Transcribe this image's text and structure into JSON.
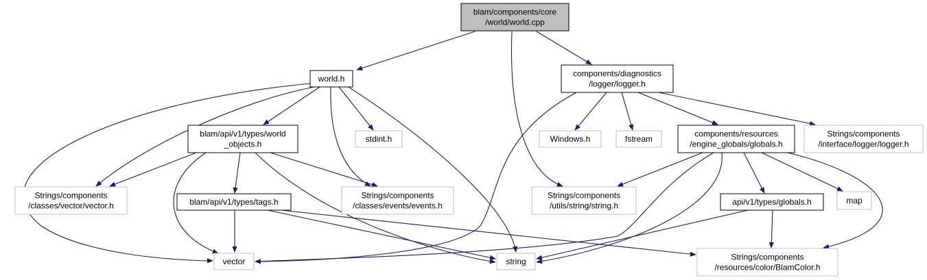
{
  "graph": {
    "colors": {
      "edge": "#191970",
      "root_fill": "#bfbfbf",
      "node_border": "#000000",
      "external_border": "#bfbfbf"
    },
    "nodes": [
      {
        "id": "root",
        "lines": [
          "blam/components/core",
          "/world/world.cpp"
        ],
        "style": "root"
      },
      {
        "id": "world_h",
        "lines": [
          "world.h"
        ],
        "style": "normal"
      },
      {
        "id": "logger_h",
        "lines": [
          "components/diagnostics",
          "/logger/logger.h"
        ],
        "style": "normal"
      },
      {
        "id": "world_objects_h",
        "lines": [
          "blam/api/v1/types/world",
          "_objects.h"
        ],
        "style": "normal"
      },
      {
        "id": "stdint_h",
        "lines": [
          "stdint.h"
        ],
        "style": "external"
      },
      {
        "id": "windows_h",
        "lines": [
          "Windows.h"
        ],
        "style": "external"
      },
      {
        "id": "fstream",
        "lines": [
          "fstream"
        ],
        "style": "external"
      },
      {
        "id": "engine_globals_h",
        "lines": [
          "components/resources",
          "/engine_globals/globals.h"
        ],
        "style": "normal"
      },
      {
        "id": "str_logger_h",
        "lines": [
          "Strings/components",
          "/interface/logger/logger.h"
        ],
        "style": "external"
      },
      {
        "id": "vector_h",
        "lines": [
          "Strings/components",
          "/classes/vector/vector.h"
        ],
        "style": "external"
      },
      {
        "id": "events_h",
        "lines": [
          "Strings/components",
          "/classes/events/events.h"
        ],
        "style": "external"
      },
      {
        "id": "string_h",
        "lines": [
          "Strings/components",
          "/utils/string/string.h"
        ],
        "style": "external"
      },
      {
        "id": "map",
        "lines": [
          "map"
        ],
        "style": "external"
      },
      {
        "id": "tags_h",
        "lines": [
          "blam/api/v1/types/tags.h"
        ],
        "style": "normal"
      },
      {
        "id": "api_globals_h",
        "lines": [
          "api/v1/types/globals.h"
        ],
        "style": "normal"
      },
      {
        "id": "vector",
        "lines": [
          "vector"
        ],
        "style": "external"
      },
      {
        "id": "string",
        "lines": [
          "string"
        ],
        "style": "external"
      },
      {
        "id": "blamcolor_h",
        "lines": [
          "Strings/components",
          "/resources/color/BlamColor.h"
        ],
        "style": "external"
      }
    ],
    "edges": [
      {
        "from": "root",
        "to": "world_h"
      },
      {
        "from": "root",
        "to": "string_h"
      },
      {
        "from": "root",
        "to": "logger_h"
      },
      {
        "from": "world_h",
        "to": "vector"
      },
      {
        "from": "world_h",
        "to": "vector_h"
      },
      {
        "from": "world_h",
        "to": "world_objects_h"
      },
      {
        "from": "world_h",
        "to": "events_h"
      },
      {
        "from": "world_h",
        "to": "stdint_h"
      },
      {
        "from": "world_h",
        "to": "string"
      },
      {
        "from": "world_objects_h",
        "to": "vector_h"
      },
      {
        "from": "world_objects_h",
        "to": "vector"
      },
      {
        "from": "world_objects_h",
        "to": "tags_h"
      },
      {
        "from": "world_objects_h",
        "to": "string"
      },
      {
        "from": "world_objects_h",
        "to": "events_h"
      },
      {
        "from": "tags_h",
        "to": "vector"
      },
      {
        "from": "tags_h",
        "to": "string"
      },
      {
        "from": "tags_h",
        "to": "blamcolor_h"
      },
      {
        "from": "logger_h",
        "to": "vector"
      },
      {
        "from": "logger_h",
        "to": "windows_h"
      },
      {
        "from": "logger_h",
        "to": "fstream"
      },
      {
        "from": "logger_h",
        "to": "engine_globals_h"
      },
      {
        "from": "logger_h",
        "to": "str_logger_h"
      },
      {
        "from": "engine_globals_h",
        "to": "string_h"
      },
      {
        "from": "engine_globals_h",
        "to": "vector"
      },
      {
        "from": "engine_globals_h",
        "to": "string"
      },
      {
        "from": "engine_globals_h",
        "to": "api_globals_h"
      },
      {
        "from": "engine_globals_h",
        "to": "map"
      },
      {
        "from": "engine_globals_h",
        "to": "blamcolor_h"
      },
      {
        "from": "api_globals_h",
        "to": "string"
      },
      {
        "from": "api_globals_h",
        "to": "blamcolor_h"
      }
    ]
  }
}
